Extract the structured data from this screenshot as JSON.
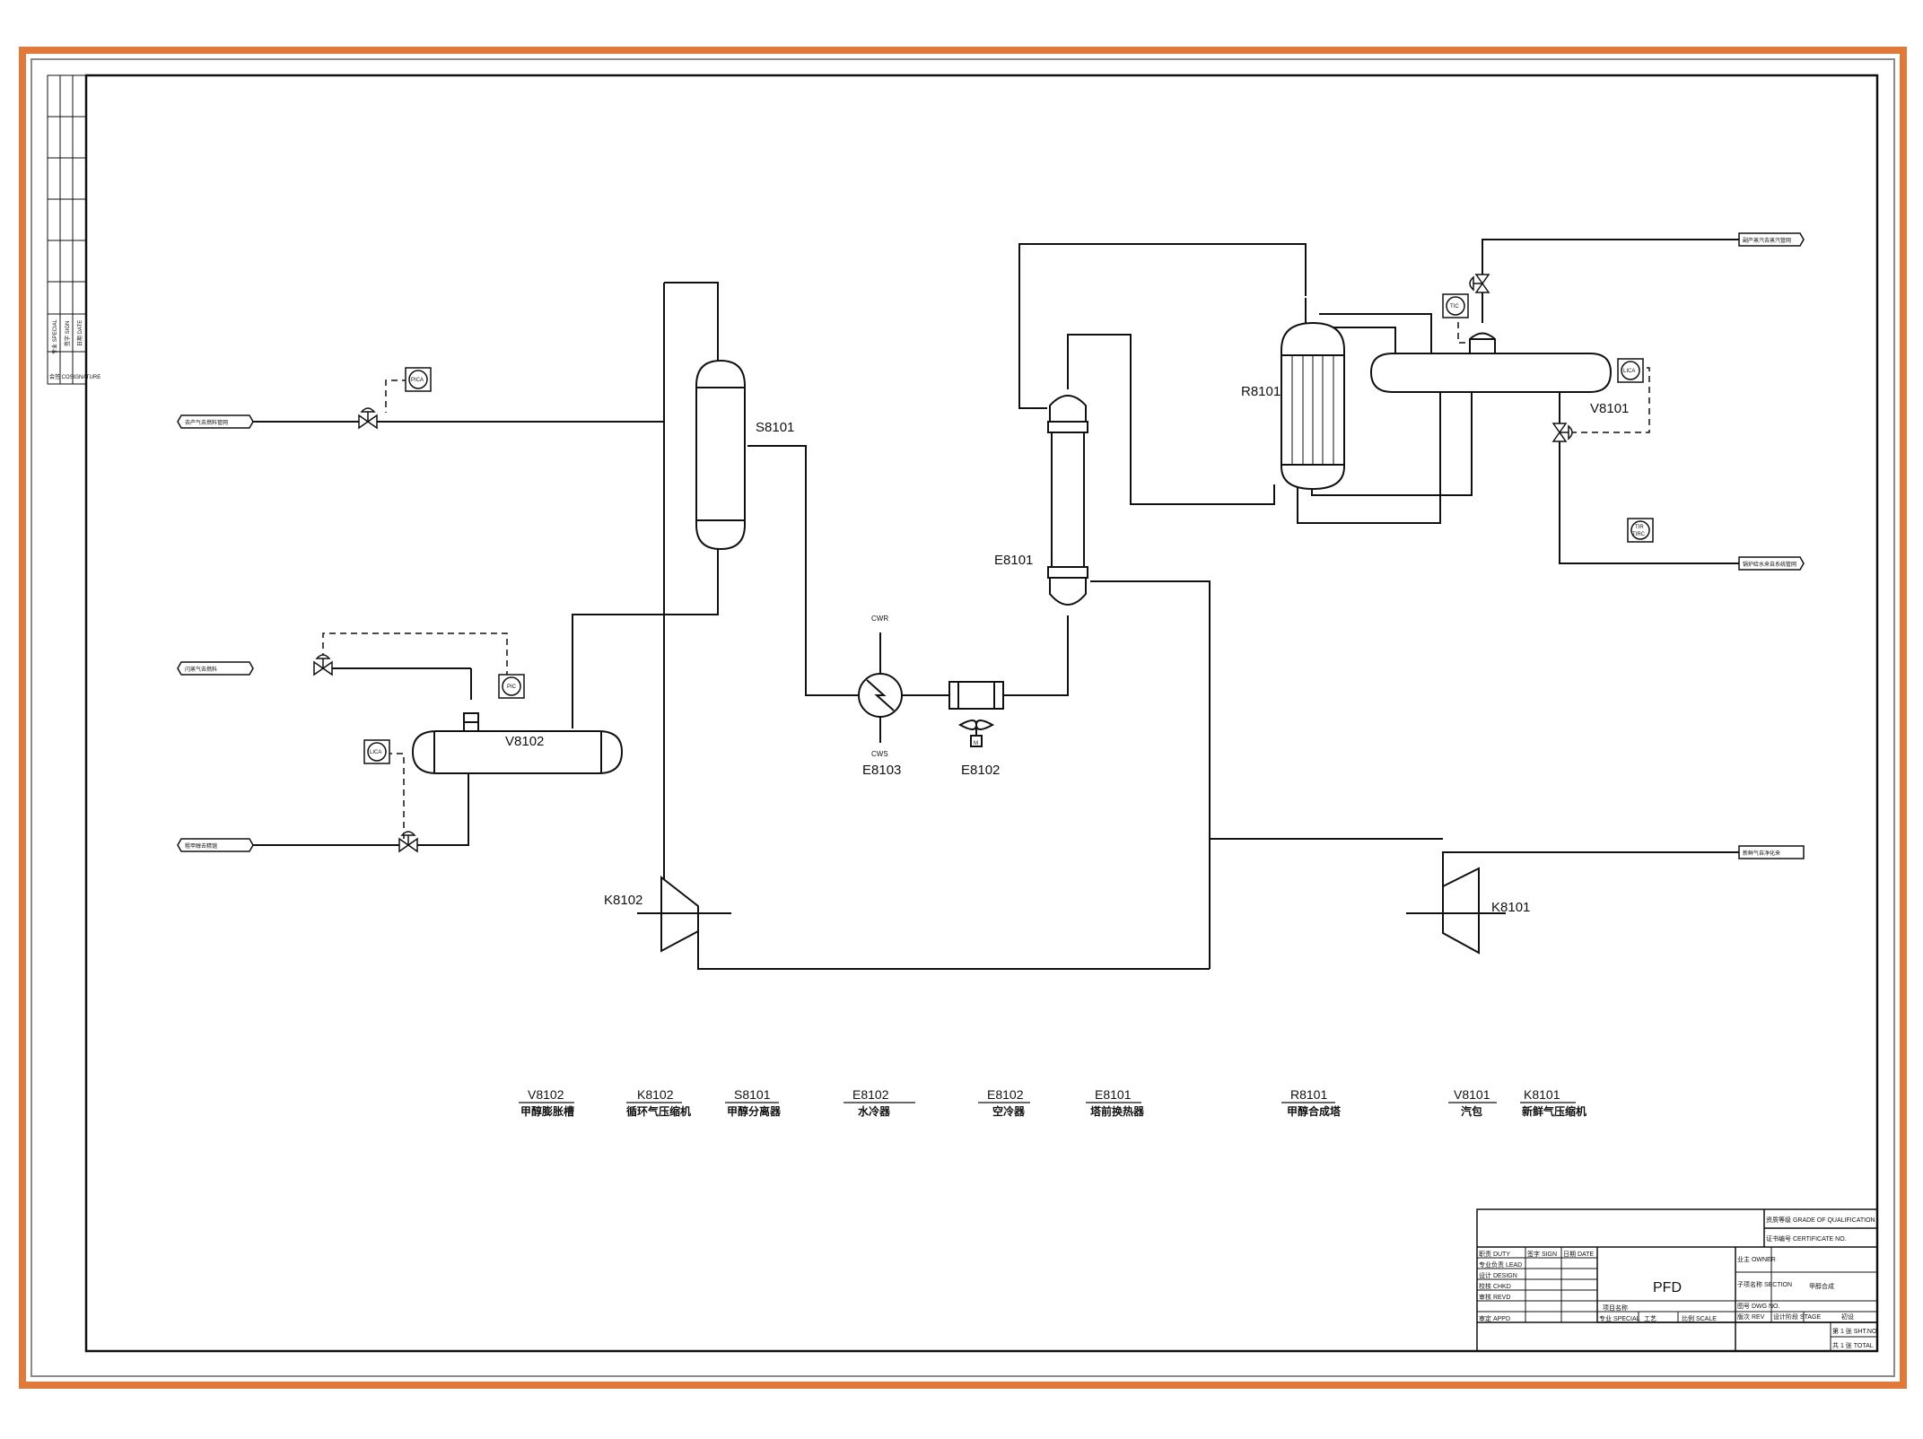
{
  "colors": {
    "frame_border": "#e07a3a",
    "frame_inner": "#8a8a8a",
    "line": "#111111"
  },
  "equipment_tags": {
    "s8101": "S8101",
    "v8102": "V8102",
    "v8101": "V8101",
    "r8101": "R8101",
    "e8101": "E8101",
    "e8102": "E8102",
    "e8103": "E8103",
    "k8101": "K8101",
    "k8102": "K8102"
  },
  "utility_labels": {
    "cwr": "CWR",
    "cws": "CWS",
    "motor": "M"
  },
  "instruments": {
    "pica": "PICA",
    "pic": "PIC",
    "lica_left": "LICA",
    "lica_right": "LICA",
    "tic": "TIC",
    "tir": "TIR",
    "tirc": "TIRC"
  },
  "streams": {
    "left_top": "去产气去燃料管网",
    "left_mid": "闪蒸气去燃料",
    "left_bottom": "粗甲醇去精馏",
    "right_top": "副产蒸汽去蒸汽管网",
    "right_mid": "锅炉给水来自系统管网",
    "right_bottom": "新鲜气自净化来"
  },
  "equipment_list": [
    {
      "tag": "V8102",
      "name": "甲醇膨胀槽"
    },
    {
      "tag": "K8102",
      "name": "循环气压缩机"
    },
    {
      "tag": "S8101",
      "name": "甲醇分离器"
    },
    {
      "tag": "E8102",
      "name": "水冷器"
    },
    {
      "tag": "E8102",
      "name": "空冷器"
    },
    {
      "tag": "E8101",
      "name": "塔前换热器"
    },
    {
      "tag": "R8101",
      "name": "甲醇合成塔"
    },
    {
      "tag": "V8101",
      "name": "汽包"
    },
    {
      "tag": "K8101",
      "name": "新鲜气压缩机"
    }
  ],
  "side_strip": {
    "special": "专业 SPECIAL",
    "sign": "签字 SIGN",
    "date": "日期 DATE",
    "cosign": "会签 COSIGNATURE"
  },
  "title_block": {
    "drawing_title": "PFD",
    "grade": "资质等级 GRADE OF QUALIFICATION",
    "certificate": "证书编号 CERTIFICATE NO.",
    "owner": "业主 OWNER",
    "section": "子项名称 SECTION",
    "section_value": "甲醇合成",
    "dwg_no": "图号 DWG NO.",
    "rev": "版次 REV",
    "stage": "设计阶段 STAGE",
    "stage_value": "初设",
    "special": "专业 SPECIAL",
    "special_value": "工艺",
    "scale": "比例 SCALE",
    "sheet": "第 1 张 SHT.NO.",
    "total": "共 1 张 TOTAL",
    "roles": [
      {
        "role": "职责 DUTY",
        "sign": "签字 SIGN",
        "date": "日期 DATE"
      },
      {
        "role": "专业负责 LEAD"
      },
      {
        "role": "设计 DESIGN"
      },
      {
        "role": "校核 CHKD"
      },
      {
        "role": "审核 REVD"
      },
      {
        "role": "审定 APPD"
      }
    ],
    "project_label": "项目名称"
  }
}
